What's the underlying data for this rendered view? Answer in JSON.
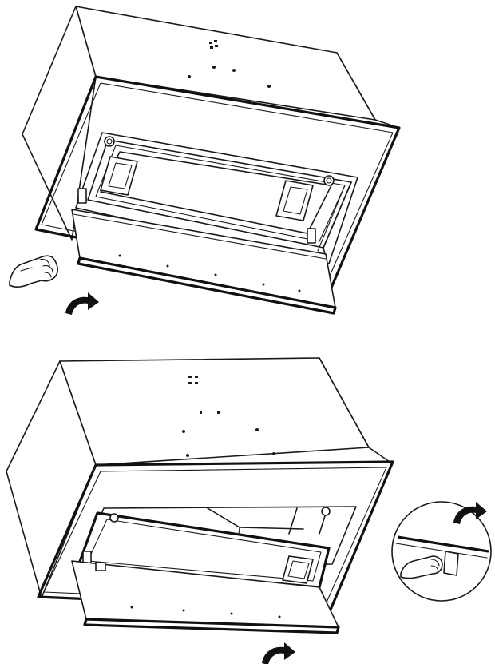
{
  "figure": {
    "panels": [
      {
        "id": "step-1",
        "action": "rotate-filter-panel-down",
        "arrow_direction": "clockwise"
      },
      {
        "id": "step-2",
        "action": "release-clip-and-remove-panel",
        "arrow_direction": "clockwise",
        "has_detail_callout": true
      }
    ],
    "colors": {
      "line": "#1a1a1a",
      "background": "#ffffff"
    },
    "icons": [
      "rotate-arrow-icon",
      "hand-icon"
    ]
  }
}
